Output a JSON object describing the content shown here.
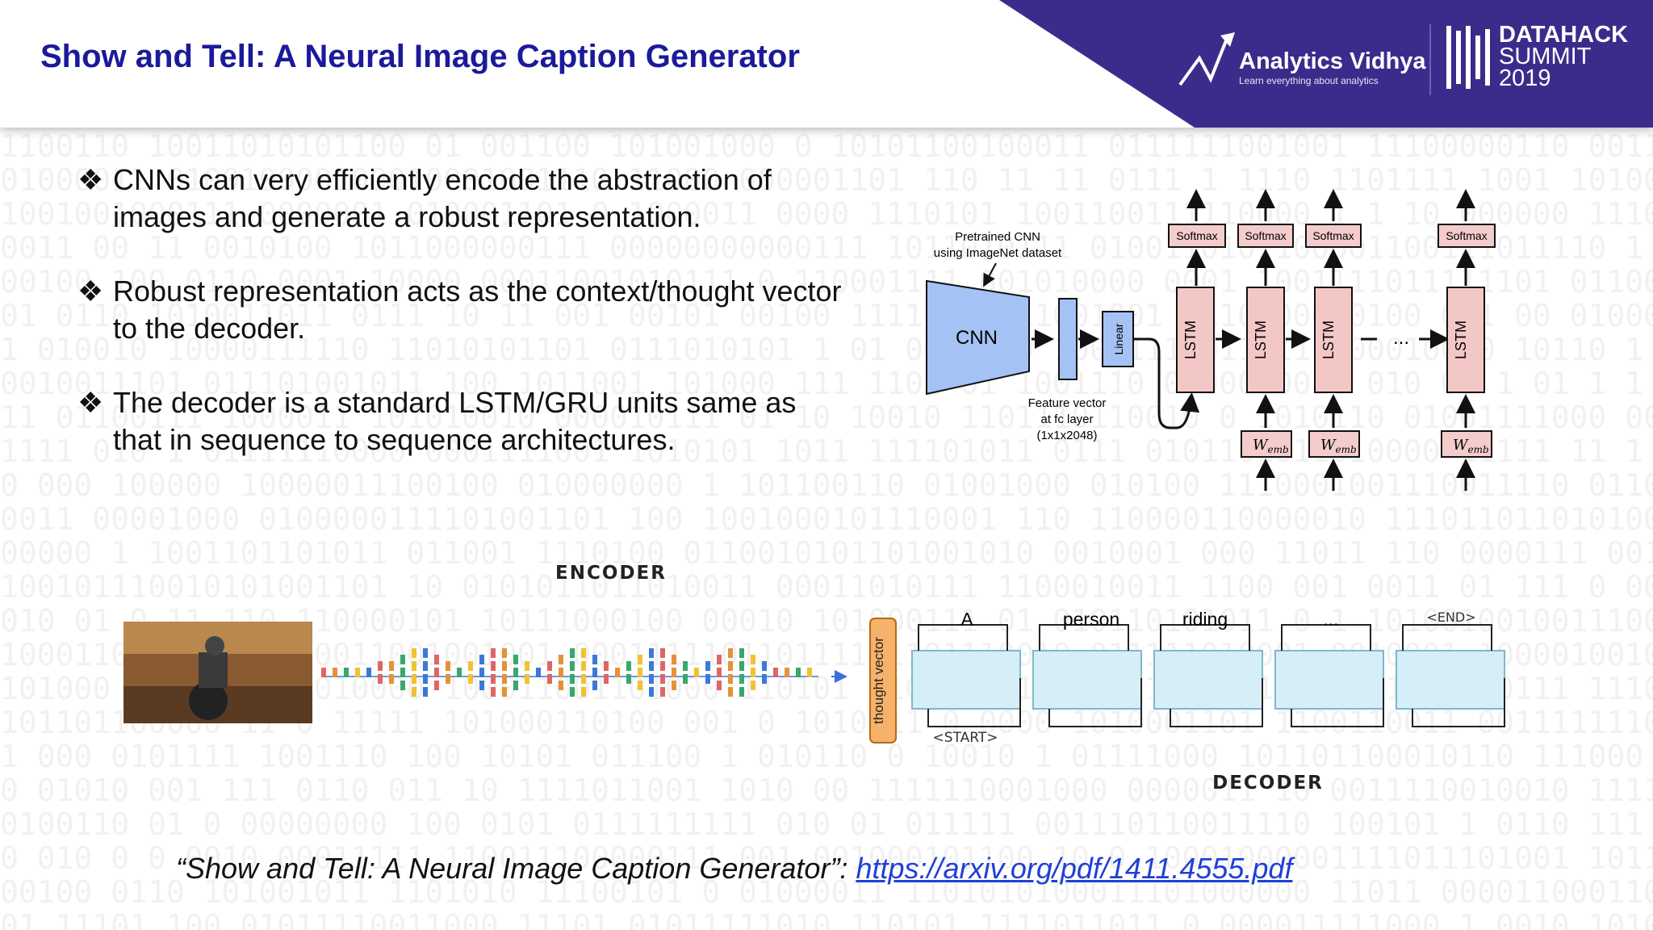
{
  "header": {
    "title": "Show and Tell: A Neural Image Caption Generator",
    "brand_analytics": "Analytics Vidhya",
    "brand_tagline": "Learn everything about analytics",
    "brand_summit": [
      "DATAHACK",
      "SUMMIT",
      "2019"
    ],
    "banner_color": "#3d2b8c",
    "title_color": "#1a1a9a"
  },
  "bullets": [
    {
      "icon": "diamond-bullet-icon",
      "text": "CNNs can very efficiently encode the abstraction of images and generate a robust representation."
    },
    {
      "icon": "diamond-bullet-icon",
      "text": "Robust representation acts as the context/thought vector to the decoder."
    },
    {
      "icon": "diamond-bullet-icon",
      "text": "The decoder is a standard LSTM/GRU units same as that in sequence to sequence architectures."
    }
  ],
  "diagram_top": {
    "pretrained_label": [
      "Pretrained CNN",
      "using ImageNet dataset"
    ],
    "cnn_label": "CNN",
    "linear_label": "Linear",
    "feature_label": [
      "Feature vector",
      "at fc layer",
      "(1x1x2048)"
    ],
    "softmax_label": "Softmax",
    "lstm_label": "LSTM",
    "wemb_main": "W",
    "wemb_sub": "emb",
    "ellipsis": "...",
    "colors": {
      "cnn": "#a4c2f4",
      "lstm": "#f4c7c7",
      "softmax": "#f4cccc"
    }
  },
  "diagram_bottom": {
    "encoder_label": "ENCODER",
    "decoder_label": "DECODER",
    "thought_vector": "thought vector",
    "start_token": "<START>",
    "end_token": "<END>",
    "words": [
      "A",
      "person",
      "riding",
      "..."
    ],
    "thought_color": "#f6b26b",
    "cell_color": "#d6eef5"
  },
  "citation": {
    "text": "“Show and Tell: A Neural Image Caption Generator”: ",
    "link": "https://arxiv.org/pdf/1411.4555.pdf"
  }
}
